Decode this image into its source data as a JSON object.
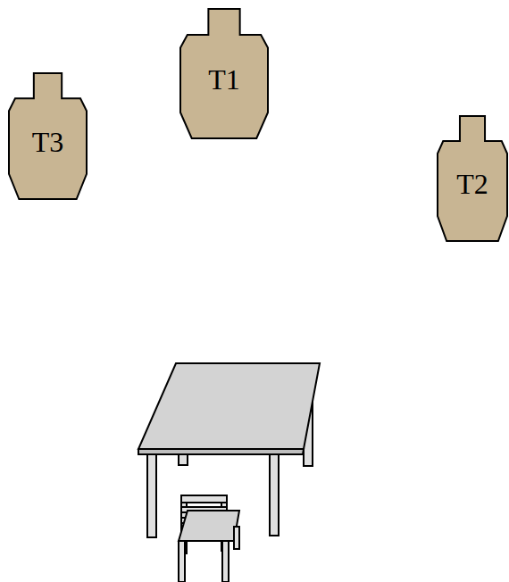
{
  "diagram": {
    "nodes": [
      {
        "text": [
          "T1"
        ]
      },
      {
        "text": [
          "T3"
        ]
      },
      {
        "text": [
          "T2"
        ]
      }
    ]
  }
}
